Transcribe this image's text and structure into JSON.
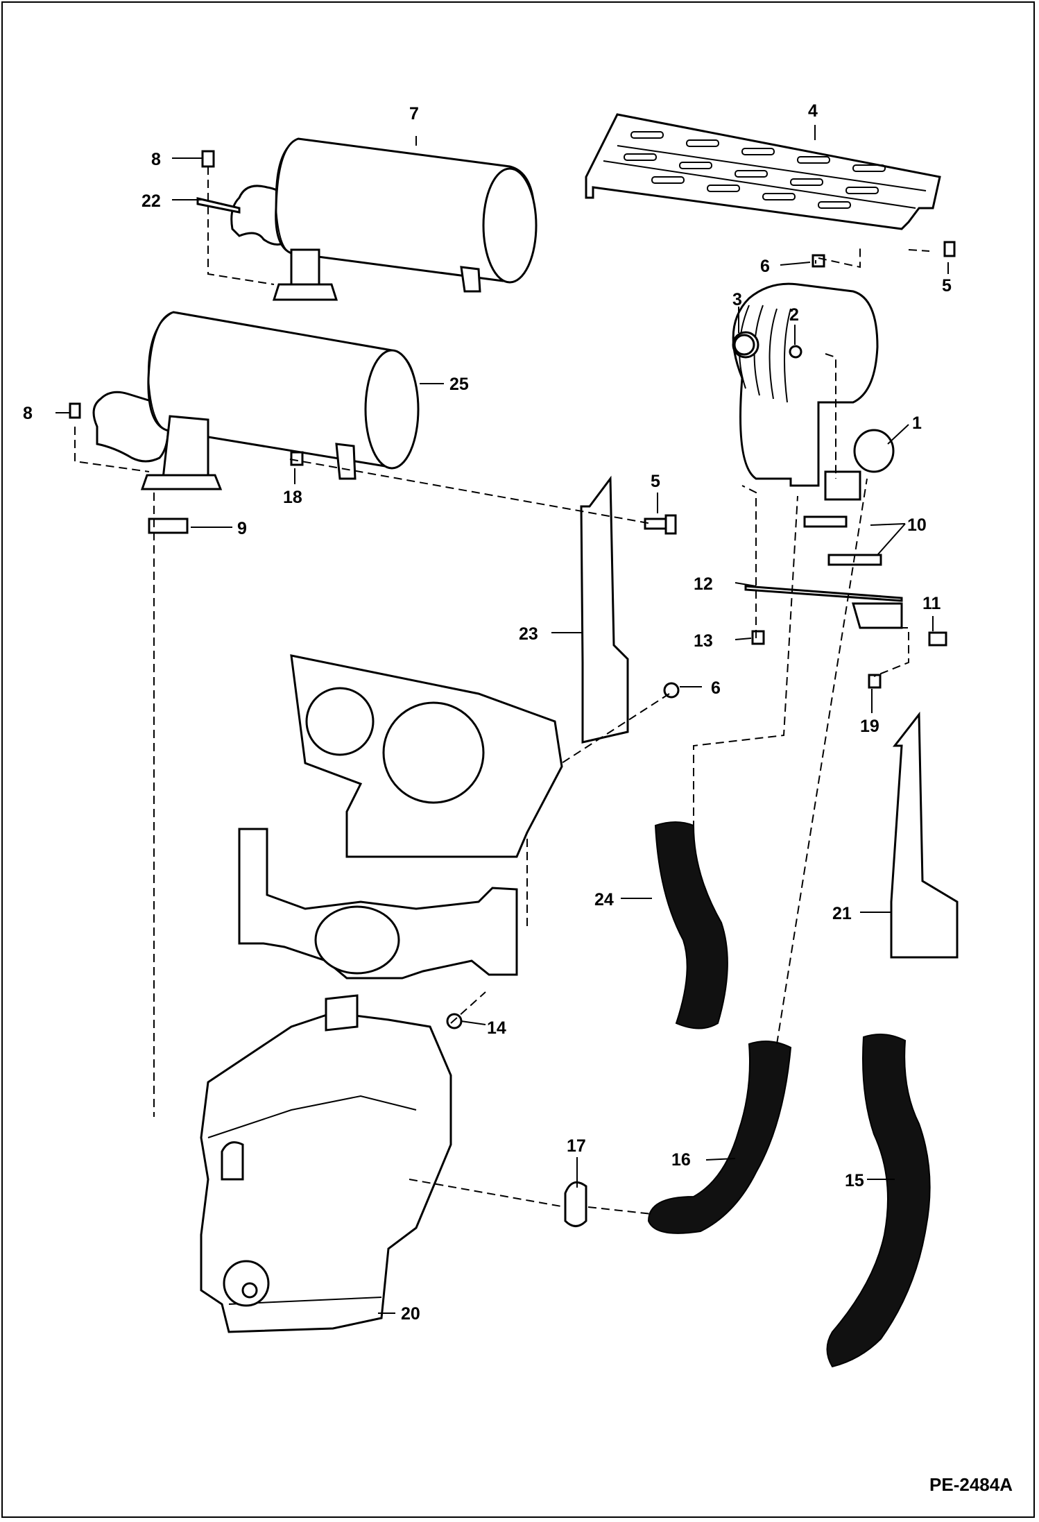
{
  "callouts": [
    {
      "id": "1",
      "label": "1"
    },
    {
      "id": "2",
      "label": "2"
    },
    {
      "id": "3",
      "label": "3"
    },
    {
      "id": "4",
      "label": "4"
    },
    {
      "id": "5a",
      "label": "5"
    },
    {
      "id": "5b",
      "label": "5"
    },
    {
      "id": "6a",
      "label": "6"
    },
    {
      "id": "6b",
      "label": "6"
    },
    {
      "id": "7",
      "label": "7"
    },
    {
      "id": "8a",
      "label": "8"
    },
    {
      "id": "8b",
      "label": "8"
    },
    {
      "id": "9",
      "label": "9"
    },
    {
      "id": "10",
      "label": "10"
    },
    {
      "id": "11",
      "label": "11"
    },
    {
      "id": "12",
      "label": "12"
    },
    {
      "id": "13",
      "label": "13"
    },
    {
      "id": "14",
      "label": "14"
    },
    {
      "id": "15",
      "label": "15"
    },
    {
      "id": "16",
      "label": "16"
    },
    {
      "id": "17",
      "label": "17"
    },
    {
      "id": "18",
      "label": "18"
    },
    {
      "id": "19",
      "label": "19"
    },
    {
      "id": "20",
      "label": "20"
    },
    {
      "id": "21",
      "label": "21"
    },
    {
      "id": "22",
      "label": "22"
    },
    {
      "id": "23",
      "label": "23"
    },
    {
      "id": "24",
      "label": "24"
    },
    {
      "id": "25",
      "label": "25"
    }
  ],
  "reference_code": "PE-2484A"
}
